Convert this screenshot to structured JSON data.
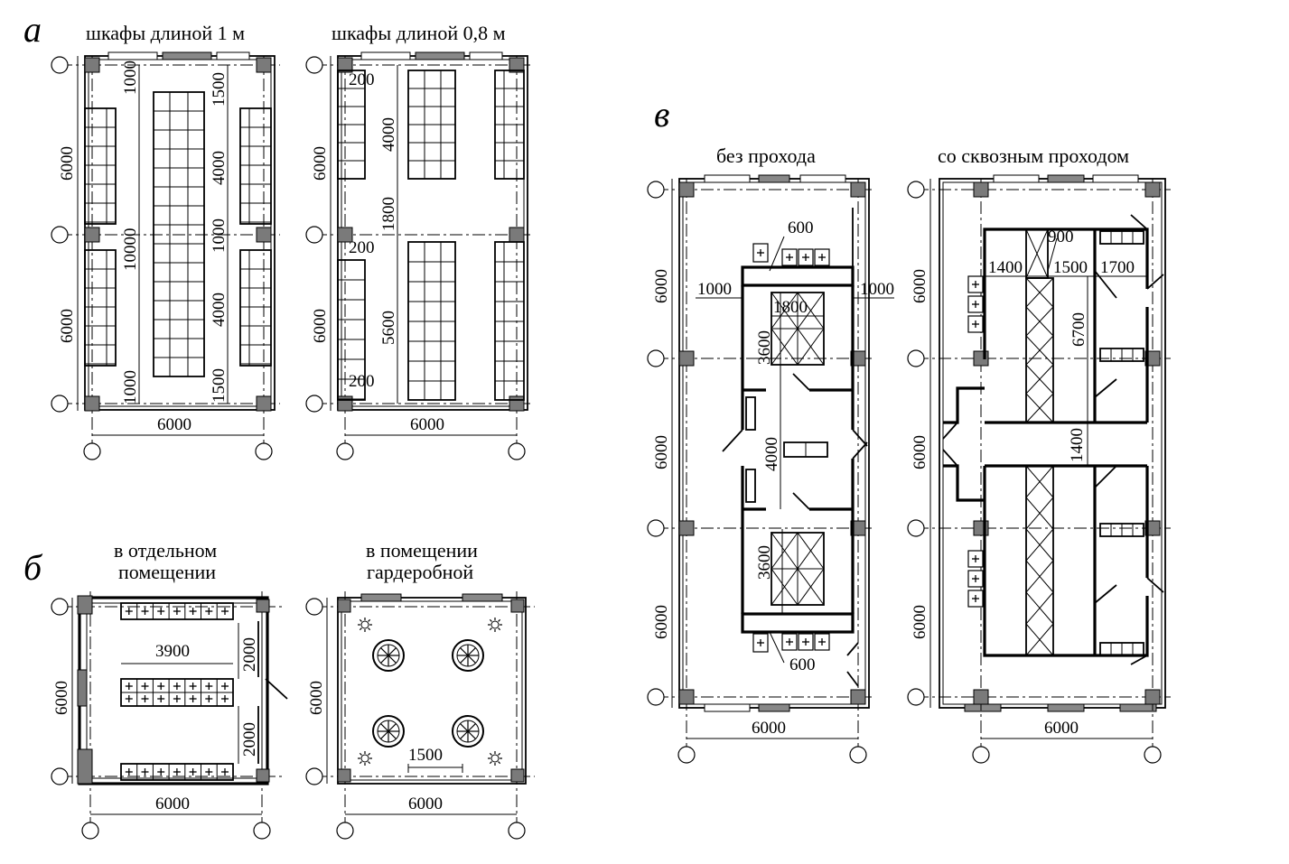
{
  "figure": {
    "panel_a": {
      "letter": "а",
      "left_title": "шкафы длиной 1 м",
      "right_title": "шкафы длиной 0,8 м",
      "left_dims": {
        "v_top": "6000",
        "v_bot": "6000",
        "inner_1000a": "1000",
        "inner_10000": "10000",
        "inner_1000b": "1000",
        "r_1500a": "1500",
        "r_4000a": "4000",
        "r_1000": "1000",
        "r_4000b": "4000",
        "r_1500b": "1500",
        "bottom": "6000"
      },
      "right_dims": {
        "v_top": "6000",
        "v_bot": "6000",
        "gap_200a": "200",
        "gap_200b": "200",
        "gap_200c": "200",
        "d_4000": "4000",
        "d_1800": "1800",
        "d_5600": "5600",
        "bottom": "6000"
      }
    },
    "panel_b": {
      "letter": "б",
      "left_title_1": "в отдельном",
      "left_title_2": "помещении",
      "right_title_1": "в помещении",
      "right_title_2": "гардеробной",
      "left_dims": {
        "v": "6000",
        "w_3900": "3900",
        "d_2000a": "2000",
        "d_2000b": "2000",
        "bottom": "6000"
      },
      "right_dims": {
        "v": "6000",
        "d_1500": "1500",
        "bottom": "6000"
      }
    },
    "panel_v": {
      "letter": "в",
      "left_title": "без прохода",
      "right_title": "со сквозным проходом",
      "left_dims": {
        "v1": "6000",
        "v2": "6000",
        "v3": "6000",
        "d_600a": "600",
        "d_1000l": "1000",
        "d_1000r": "1000",
        "d_1800": "1800",
        "d_3600a": "3600",
        "d_4000": "4000",
        "d_3600b": "3600",
        "d_600b": "600",
        "bottom": "6000"
      },
      "right_dims": {
        "v1": "6000",
        "v2": "6000",
        "v3": "6000",
        "d_900": "900",
        "d_1400a": "1400",
        "d_1500": "1500",
        "d_1700": "1700",
        "d_6700": "6700",
        "d_1400b": "1400",
        "bottom": "6000"
      }
    }
  }
}
